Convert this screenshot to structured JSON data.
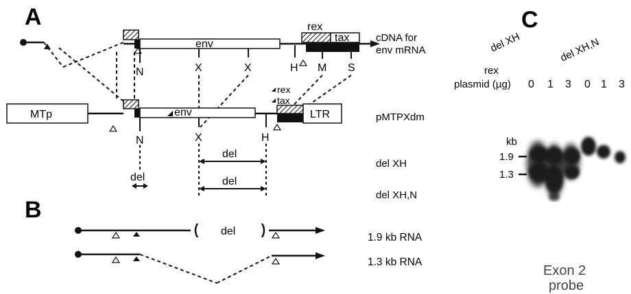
{
  "panels": {
    "a": "A",
    "b": "B",
    "c": "C"
  },
  "construct_labels": {
    "cdna": [
      "cDNA for",
      "env mRNA"
    ],
    "pmtpxdm": "pMTPXdm",
    "del_xh": "del XH",
    "del_xhn": "del XH,N"
  },
  "boxes": {
    "env_top": "env",
    "env_mid": "env",
    "mtp": "MTp",
    "ltr": "LTR",
    "rex": "rex",
    "tax": "tax",
    "rex_mid": "rex",
    "tax_mid": "tax"
  },
  "sites": {
    "n": "N",
    "x": "X",
    "h": "H",
    "m": "M",
    "s": "S"
  },
  "del_labels": {
    "del": "del"
  },
  "rna_labels": {
    "kb19": "1.9 kb RNA",
    "kb13": "1.3 kb RNA"
  },
  "blot": {
    "header_rex": "rex",
    "header_plasmid": "plasmid (µg)",
    "lane_groups": [
      "del XH",
      "del XH,N"
    ],
    "doses": [
      "0",
      "1",
      "3",
      "0",
      "1",
      "3"
    ],
    "kb_label": "kb",
    "markers": [
      "1.9",
      "1.3"
    ],
    "probe": [
      "Exon 2",
      "probe"
    ]
  },
  "colors": {
    "ink": "#111111",
    "blot_band": "#1a1a1a"
  }
}
